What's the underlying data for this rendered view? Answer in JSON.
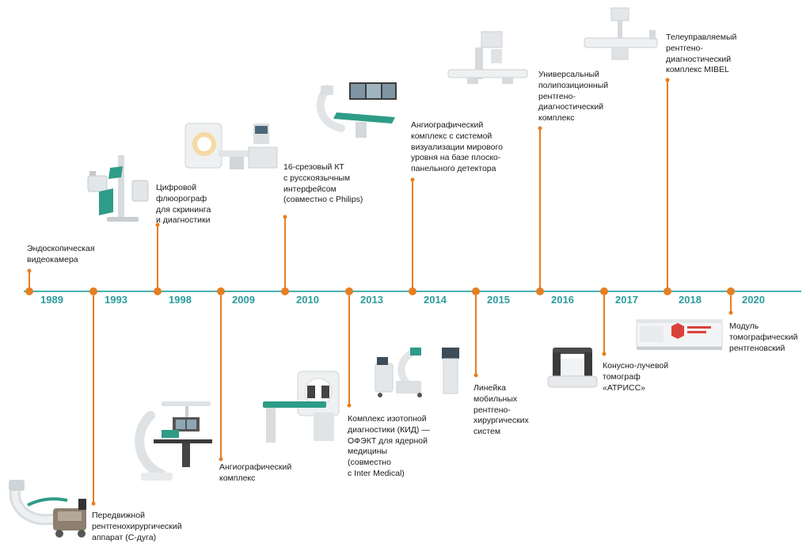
{
  "colors": {
    "axis": "#49b0b0",
    "accent": "#e67e22",
    "year_text": "#2a9d9b",
    "device_green": "#2e9c86"
  },
  "events": [
    {
      "year": "1989",
      "caption": "Эндоскопическая\nвидеокамера",
      "icon": "endoscopic-camera-icon"
    },
    {
      "year": "1993",
      "caption": "Передвижной\nрентгенохирургический\nаппарат (С-дуга)",
      "icon": "c-arm-icon"
    },
    {
      "year": "1998",
      "caption": "Цифровой\nфлюорограф\nдля скрининга\nи диагностики",
      "icon": "fluorograph-icon"
    },
    {
      "year": "2009",
      "caption": "Ангиографический\nкомплекс",
      "icon": "angiography-system-icon"
    },
    {
      "year": "2010",
      "caption": "16-срезовый КТ\nс русскоязычным\nинтерфейсом\n(совместно с Philips)",
      "icon": "ct-scanner-icon"
    },
    {
      "year": "2013",
      "caption": "Комплекс изотопной\nдиагностики (КИД) —\nОФЭКТ для ядерной\nмедицины\n(совместно\nс Inter Medical)",
      "icon": "spect-system-icon"
    },
    {
      "year": "2014",
      "caption": "Ангиографический\nкомплекс с системой\nвизуализации мирового\nуровня на базе плоско-\nпанельного детектора",
      "icon": "flat-panel-angiography-icon"
    },
    {
      "year": "2015",
      "caption": "Линейка\nмобильных\nрентгено-\nхирургических\nсистем",
      "icon": "mobile-c-arm-icon"
    },
    {
      "year": "2016",
      "caption": "Универсальный\nполипозиционный\nрентгено-\nдиагностический\nкомплекс",
      "icon": "radiography-table-icon"
    },
    {
      "year": "2017",
      "caption": "Конусно-лучевой\nтомограф\n«АТРИСС»",
      "icon": "cone-beam-ct-icon"
    },
    {
      "year": "2018",
      "caption": "Телеуправляемый\nрентгено-\nдиагностический\nкомплекс MIBEL",
      "icon": "remote-xray-icon"
    },
    {
      "year": "2020",
      "caption": "Модуль\nтомографический\nрентгеновский",
      "icon": "mobile-module-icon"
    }
  ]
}
